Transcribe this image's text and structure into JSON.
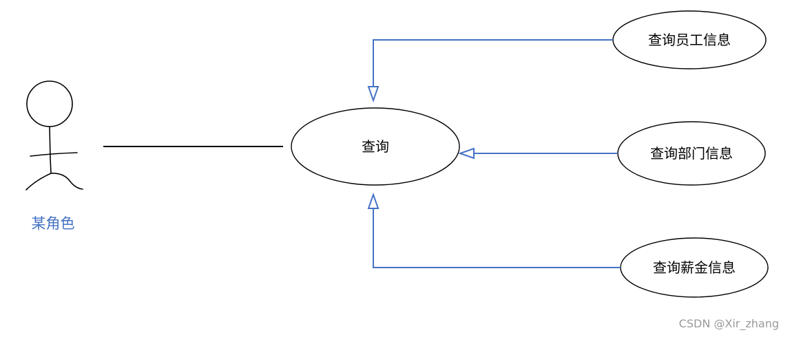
{
  "diagram": {
    "actor": {
      "name": "某角色",
      "label_color": "#4472c4"
    },
    "use_cases": {
      "main": "查询",
      "employee": "查询员工信息",
      "department": "查询部门信息",
      "salary": "查询薪金信息"
    },
    "colors": {
      "generalization_line": "#4472c4",
      "outline": "#000000"
    },
    "relationships": [
      {
        "type": "association",
        "from": "某角色",
        "to": "查询"
      },
      {
        "type": "generalization",
        "from": "查询员工信息",
        "to": "查询"
      },
      {
        "type": "generalization",
        "from": "查询部门信息",
        "to": "查询"
      },
      {
        "type": "generalization",
        "from": "查询薪金信息",
        "to": "查询"
      }
    ]
  },
  "watermark": "CSDN @Xir_zhang"
}
